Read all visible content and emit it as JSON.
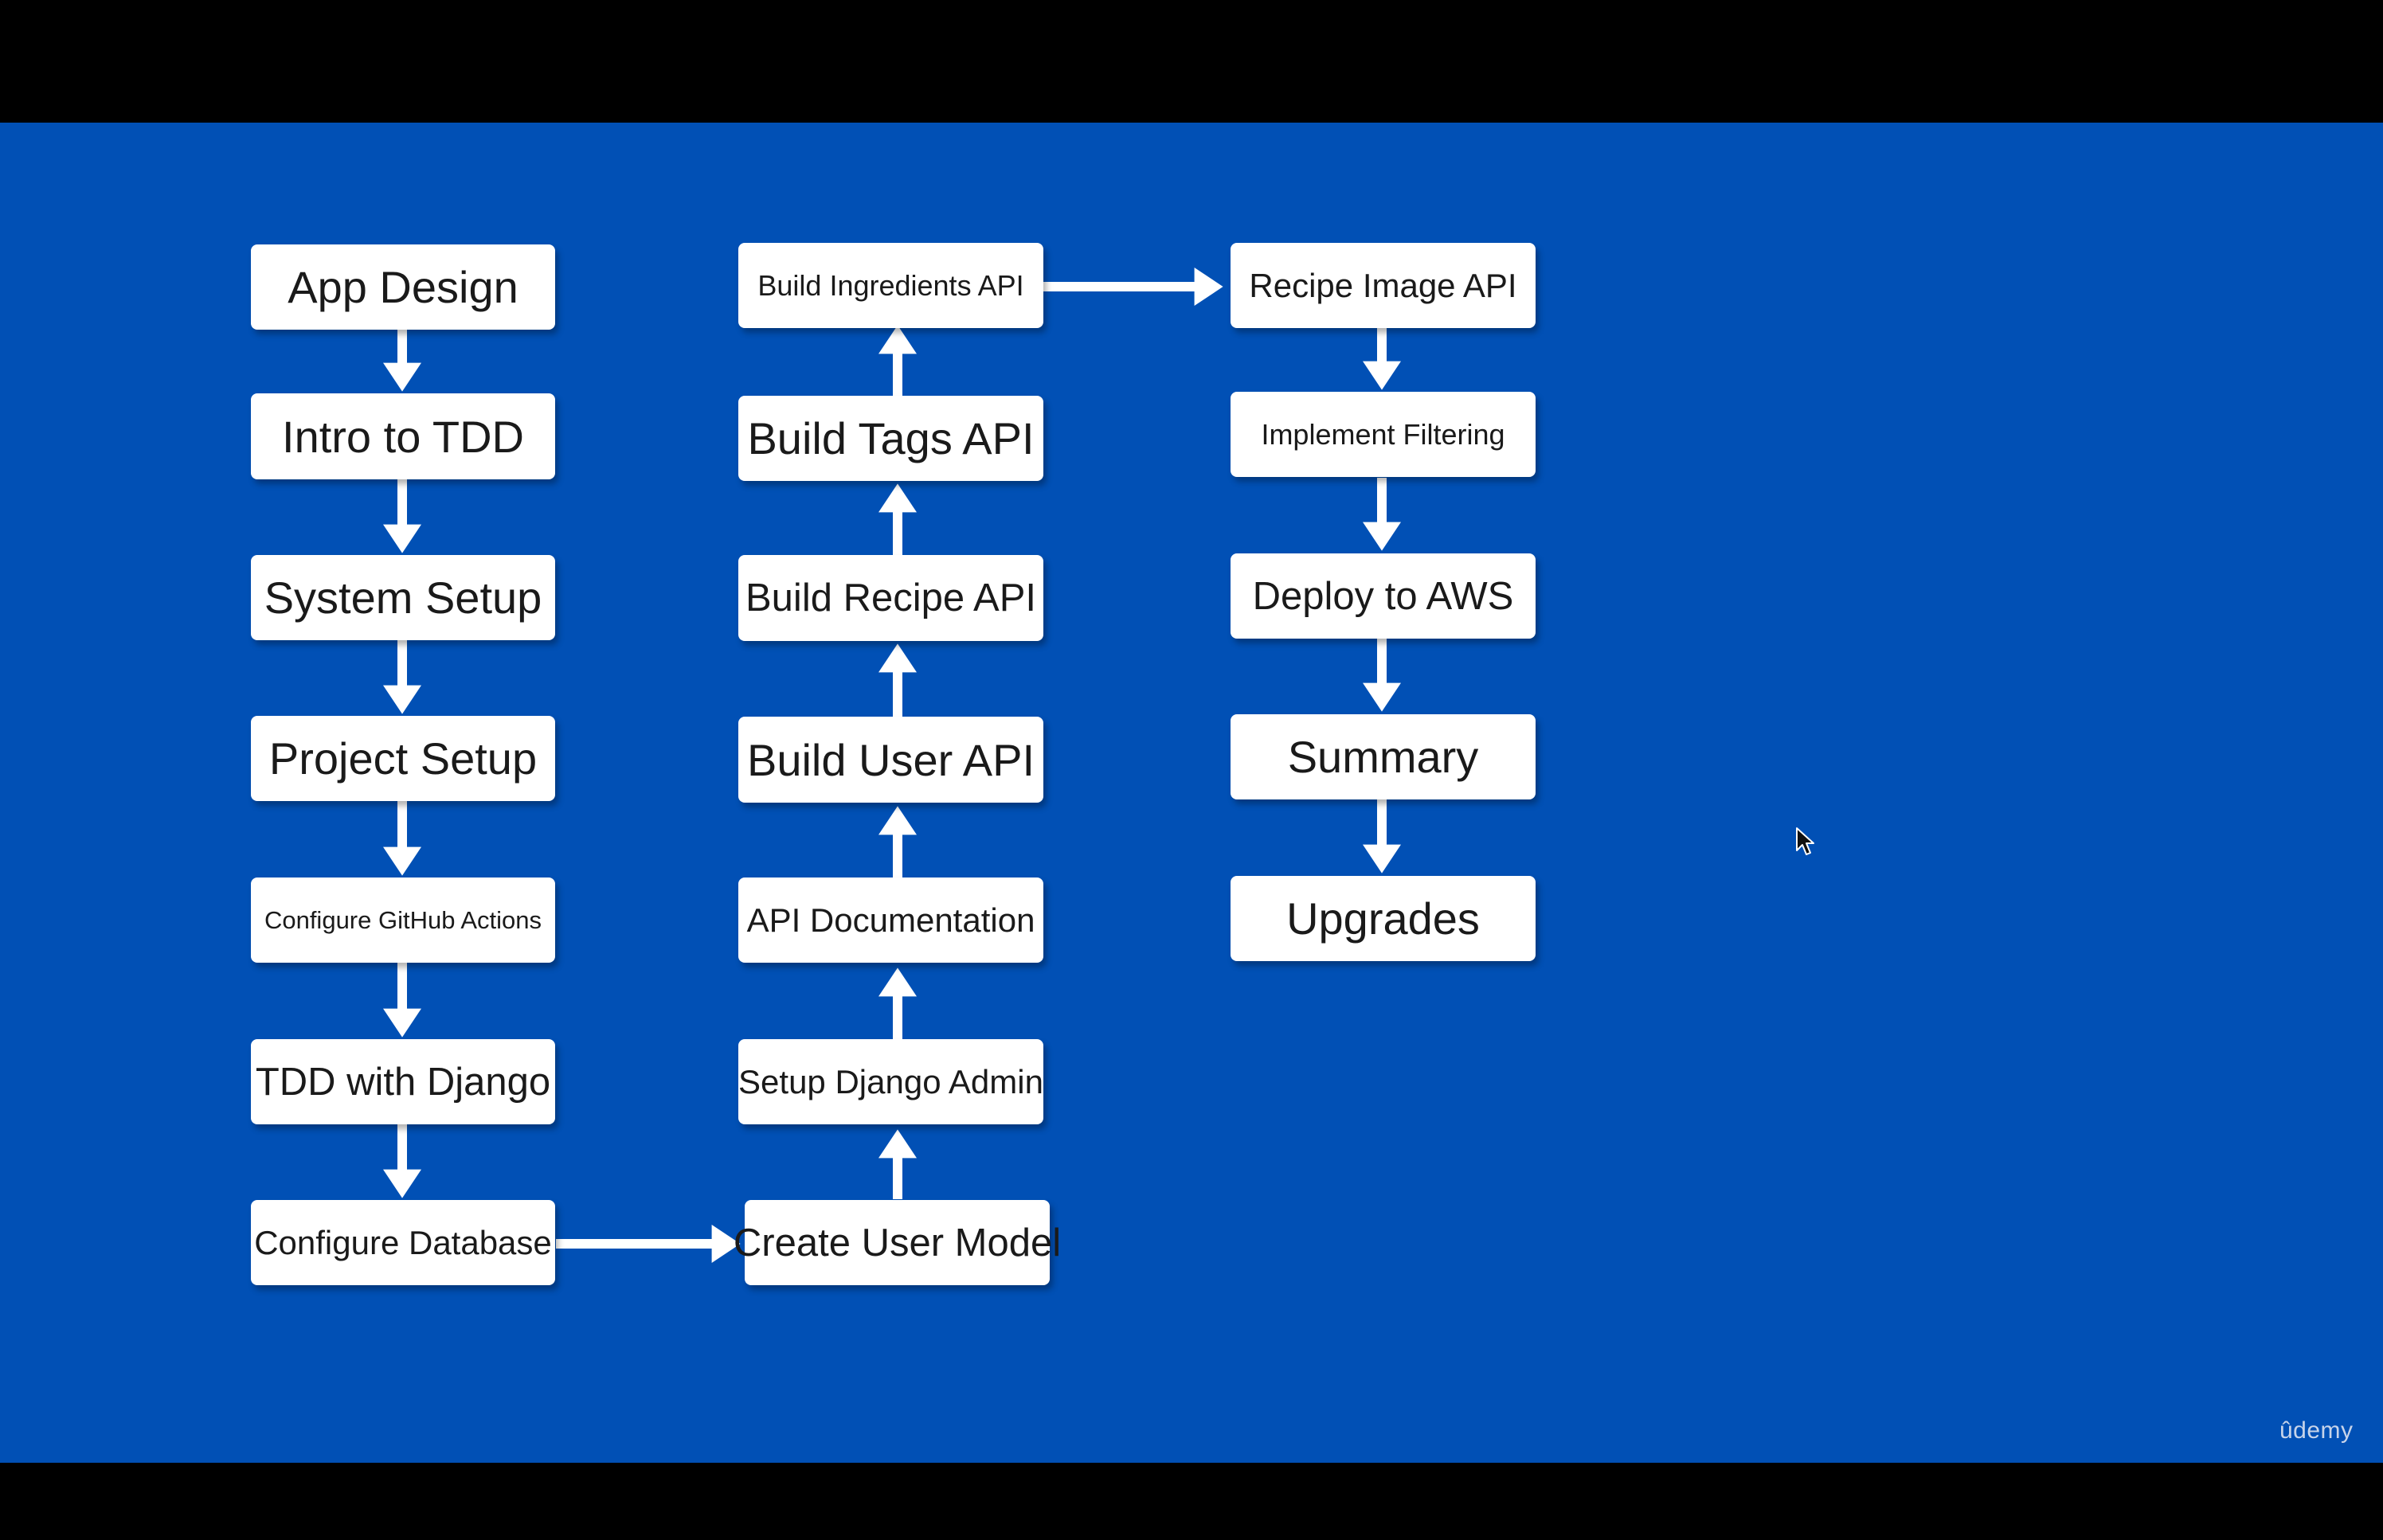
{
  "diagram": {
    "column_1": [
      "App Design",
      "Intro to TDD",
      "System Setup",
      "Project Setup",
      "Configure GitHub Actions",
      "TDD with Django",
      "Configure Database"
    ],
    "column_2": [
      "Build Ingredients API",
      "Build Tags API",
      "Build Recipe API",
      "Build User API",
      "API Documentation",
      "Setup Django Admin",
      "Create User Model"
    ],
    "column_3": [
      "Recipe Image API",
      "Implement Filtering",
      "Deploy to AWS",
      "Summary",
      "Upgrades"
    ]
  },
  "branding": {
    "watermark": "ûdemy"
  },
  "colors": {
    "background": "#0150b5",
    "box": "#ffffff",
    "arrow": "#ffffff",
    "letterbox": "#000000"
  }
}
